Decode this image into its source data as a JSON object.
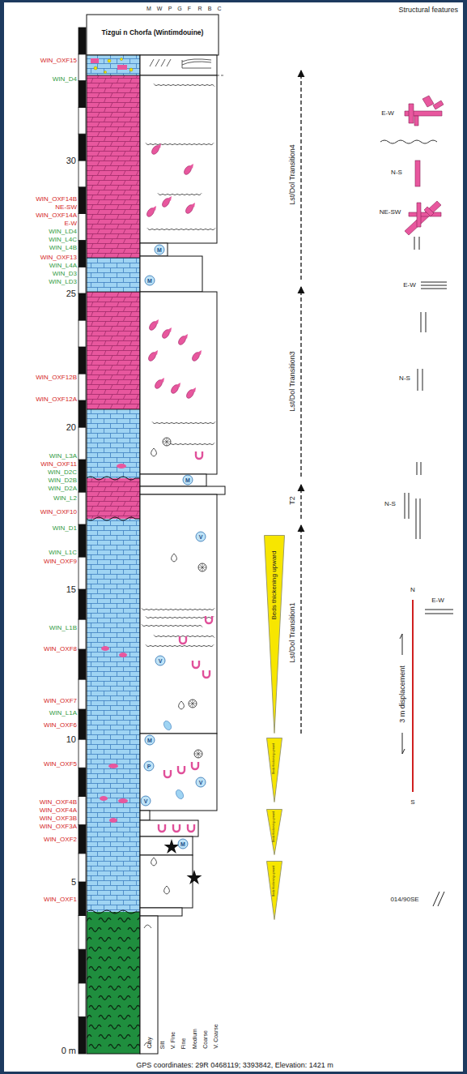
{
  "diagram": {
    "title": "Tizgui n Chorfa (Wintimdouine)",
    "caption": "GPS coordinates: 29R 0468119; 3393842, Elevation: 1421 m",
    "nodes": [
      {
        "text": [
          "Beds thickening upward"
        ]
      },
      {
        "text": [
          "Beds thickening upward"
        ]
      },
      {
        "text": [
          "Beds thickening upward"
        ]
      },
      {
        "text": [
          "Beds thickening upward"
        ]
      }
    ],
    "labels": [
      "Structural features",
      "M",
      "W",
      "P",
      "G",
      "F",
      "R",
      "B",
      "C",
      "WIN_OXF15",
      "WIN_D4",
      "WIN_OXF14B",
      "NE-SW",
      "WIN_OXF14A",
      "E-W",
      "WIN_LD4",
      "WIN_L4C",
      "WIN_L4B",
      "WIN_OXF13",
      "WIN_L4A",
      "WIN_D3",
      "WIN_LD3",
      "WIN_OXF12B",
      "WIN_OXF12A",
      "WIN_L3A",
      "WIN_OXF11",
      "WIN_D2C",
      "WIN_D2B",
      "WIN_D2A",
      "WIN_L2",
      "WIN_OXF10",
      "WIN_D1",
      "WIN_L1C",
      "WIN_OXF9",
      "WIN_L1B",
      "WIN_OXF8",
      "WIN_OXF7",
      "WIN_L1A",
      "WIN_OXF6",
      "WIN_OXF5",
      "WIN_OXF4B",
      "WIN_OXF4A",
      "WIN_OXF3B",
      "WIN_OXF3A",
      "WIN_OXF2",
      "WIN_OXF1",
      "30",
      "25",
      "20",
      "15",
      "10",
      "5",
      "0 m",
      "Clay",
      "Silt",
      "V. Fine",
      "Fine",
      "Medium",
      "Coarse",
      "V. Coarse",
      "Lst/Dol Transition4",
      "Lst/Dol Transition3",
      "T2",
      "Lst/Dol Transition1",
      "E-W",
      "N-S",
      "NE-SW",
      "E-W",
      "N-S",
      "N-S",
      "N",
      "S",
      "3 m displacement",
      "E-W",
      "014/90SE",
      "M",
      "M",
      "M",
      "V",
      "V",
      "M",
      "P",
      "V",
      "V",
      "M"
    ]
  }
}
